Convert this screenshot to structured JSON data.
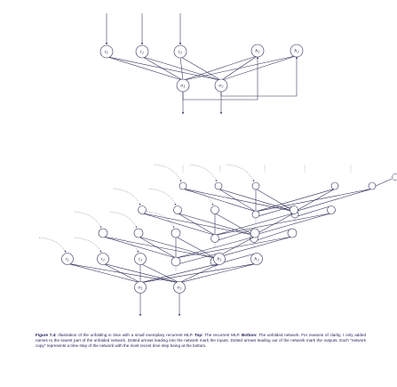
{
  "diagram": {
    "top_inputs": [
      "i1",
      "i2",
      "i3"
    ],
    "top_context": [
      "h1",
      "h2"
    ],
    "top_outputs": [
      "o1",
      "o2"
    ],
    "unfold_inputs": [
      "i1",
      "i2",
      "i3"
    ],
    "unfold_context": [
      "h1",
      "h2"
    ],
    "unfold_outputs": [
      "o1",
      "o2"
    ],
    "colors": {
      "ink": "#2a2a55",
      "node_fill": "#ffffff",
      "text": "#1a1a55"
    }
  },
  "caption": {
    "label": "Figure 7.4:",
    "part1": "Illustration of the unfolding in time with a small exemplary recurrent MLP.",
    "top_label": "Top:",
    "part2": "The recurrent MLP.",
    "bottom_label": "Bottom:",
    "part3": "The unfolded network. For reasons of clarity, I only added names to the lowest part of the unfolded network. Dotted arrows leading into the network mark the inputs. Dotted arrows leading out of the network mark the outputs. Each \"network copy\" represents a time step of the network with the most recent time step being at the bottom."
  }
}
